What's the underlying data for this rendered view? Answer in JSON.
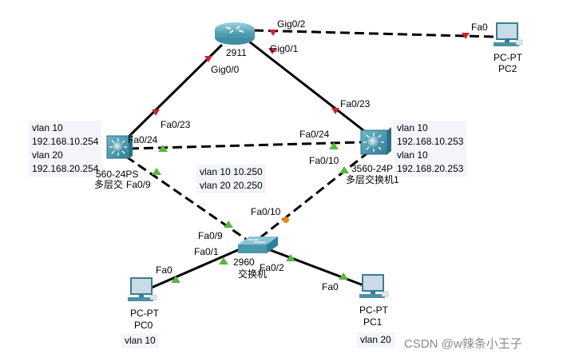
{
  "devices": {
    "router": {
      "model": "2911",
      "name_partial": ""
    },
    "mls0": {
      "model_partial": "560-24PS",
      "name_partial": "多层交"
    },
    "mls1": {
      "model_partial": "3560-24P",
      "name": "多层交换机1"
    },
    "sw": {
      "model": "2960",
      "name_partial": "交换机"
    },
    "pc0": {
      "type": "PC-PT",
      "name": "PC0"
    },
    "pc1": {
      "type": "PC-PT",
      "name": "PC1"
    },
    "pc2": {
      "type": "PC-PT",
      "name": "PC2"
    }
  },
  "ports": {
    "router_g00": "Gig0/0",
    "router_g01": "Gig0/1",
    "router_g02": "Gig0/2",
    "pc2_fa0": "Fa0",
    "mls0_fa023": "Fa0/23",
    "mls0_fa024": "Fa0/24",
    "mls0_fa09": "Fa0/9",
    "mls1_fa023": "Fa0/23",
    "mls1_fa024": "Fa0/24",
    "mls1_fa010": "Fa0/10",
    "sw_fa010": "Fa0/10",
    "sw_fa09": "Fa0/9",
    "sw_fa01": "Fa0/1",
    "sw_fa02": "Fa0/2",
    "pc0_fa0": "Fa0",
    "pc1_fa0": "Fa0"
  },
  "notes": {
    "mls0": [
      "vlan 10",
      "192.168.10.254",
      "vlan 20",
      "192.168.20.254"
    ],
    "mls1": [
      "vlan 10",
      "192.168.10.253",
      "vlan 10",
      "192.168.20.253"
    ],
    "sw": [
      "vlan 10 10.250",
      "vlan 20 20.250"
    ],
    "pc0": [
      "vlan 10"
    ],
    "pc1": [
      "vlan 20"
    ]
  },
  "links": [
    {
      "from": "router",
      "to": "pc2",
      "style": "dashed",
      "status": [
        "down",
        "down"
      ]
    },
    {
      "from": "router",
      "to": "mls0",
      "style": "solid",
      "status": [
        "down",
        "down"
      ]
    },
    {
      "from": "router",
      "to": "mls1",
      "style": "solid",
      "status": [
        "down",
        "down"
      ]
    },
    {
      "from": "mls0",
      "to": "mls1",
      "style": "dashed",
      "status": [
        "up",
        "up"
      ]
    },
    {
      "from": "mls0",
      "to": "sw",
      "style": "dashed",
      "status": [
        "up",
        "up"
      ]
    },
    {
      "from": "mls1",
      "to": "sw",
      "style": "dashed",
      "status": [
        "up",
        "blocking"
      ]
    },
    {
      "from": "sw",
      "to": "pc0",
      "style": "solid",
      "status": [
        "up",
        "up"
      ]
    },
    {
      "from": "sw",
      "to": "pc1",
      "style": "solid",
      "status": [
        "up",
        "up"
      ]
    }
  ],
  "colors": {
    "up": "#5bb53f",
    "down": "#d0202e",
    "blocking": "#f08020",
    "note_bg": "#f3f5fb"
  },
  "watermark": "CSDN @w辣条小王子"
}
